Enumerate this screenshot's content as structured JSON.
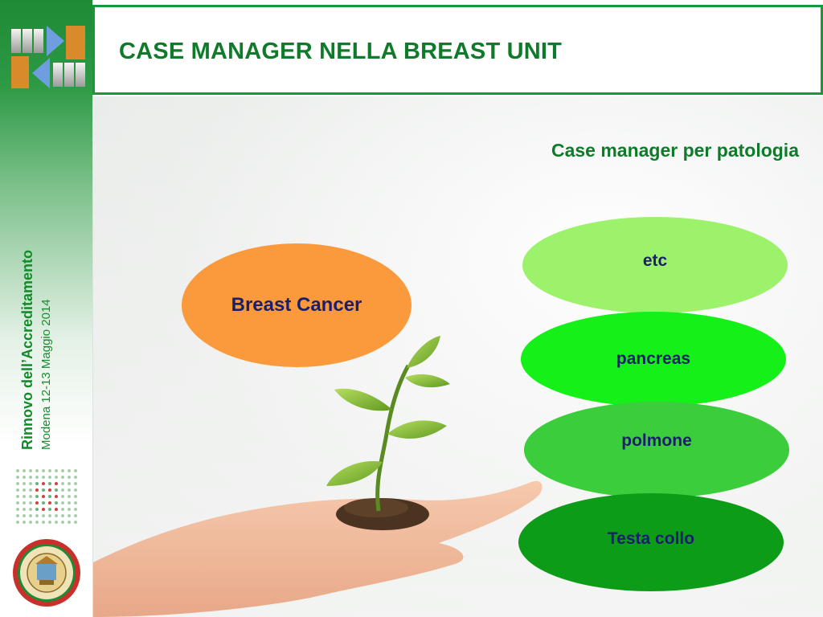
{
  "slide": {
    "title": "CASE MANAGER NELLA BREAST UNIT",
    "subtitle": "Case manager per patologia"
  },
  "sidebar": {
    "event_title": "Rinnovo dell’Accreditamento",
    "event_subtitle": "Modena 12-13 Maggio 2014"
  },
  "diagram": {
    "main_label": "Breast Cancer",
    "pathologies": [
      "etc",
      "pancreas",
      "polmone",
      "Testa collo"
    ]
  },
  "colors": {
    "brand_green": "#179a35",
    "title_green": "#0f7a2a",
    "breast_cancer": "#fb9a3c",
    "etc": "#9cf36b",
    "pancreas": "#14f018",
    "polmone": "#3ccd3c",
    "testa_collo": "#0c9c18",
    "label_navy": "#1a1f6b"
  },
  "icons": [
    "arrows-logo-icon",
    "dot-grid-icon",
    "university-seal-icon",
    "seedling-in-hand-image"
  ]
}
